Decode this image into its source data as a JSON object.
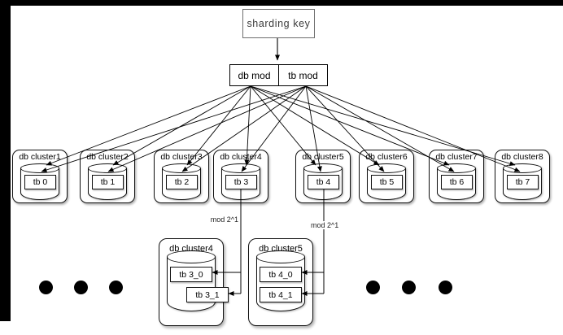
{
  "colors": {
    "background": "#ffffff",
    "letterbox": "#000000",
    "line": "#000000",
    "box_fill": "#ffffff"
  },
  "header": {
    "sharding_key": "sharding key",
    "db_mod": "db mod",
    "tb_mod": "tb mod"
  },
  "top_clusters": [
    {
      "name": "db cluster1",
      "table": "tb 0"
    },
    {
      "name": "db cluster2",
      "table": "tb 1"
    },
    {
      "name": "db cluster3",
      "table": "tb 2"
    },
    {
      "name": "db cluster4",
      "table": "tb 3"
    },
    {
      "name": "db cluster5",
      "table": "tb 4"
    },
    {
      "name": "db cluster6",
      "table": "tb 5"
    },
    {
      "name": "db cluster7",
      "table": "tb 6"
    },
    {
      "name": "db cluster8",
      "table": "tb 7"
    }
  ],
  "mod_labels": {
    "left": "mod 2^1",
    "right": "mod 2^1"
  },
  "bottom_clusters": [
    {
      "name": "db cluster4",
      "tables": [
        "tb 3_0",
        "tb 3_1"
      ]
    },
    {
      "name": "db cluster5",
      "tables": [
        "tb 4_0",
        "tb 4_1"
      ]
    }
  ]
}
